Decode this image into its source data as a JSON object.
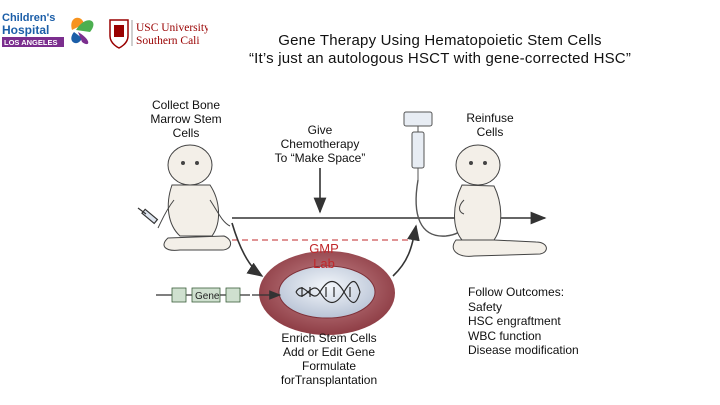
{
  "logos": {
    "chla_line1": "Children's",
    "chla_line2": "Hospital",
    "chla_line3": "LOS ANGELES",
    "usc_line1": "USC University",
    "usc_line2": "Southern Cali"
  },
  "title": {
    "line1": "Gene Therapy Using Hematopoietic Stem Cells",
    "line2": "“It’s just an autologous HSCT with gene-corrected HSC”"
  },
  "steps": {
    "collect": {
      "line1": "Collect Bone",
      "line2": "Marrow Stem",
      "line3": "Cells"
    },
    "chemo": {
      "line1": "Give",
      "line2": "Chemotherapy",
      "line3": "To “Make Space”"
    },
    "reinfuse": {
      "line1": "Reinfuse",
      "line2": "Cells"
    },
    "gmp": {
      "line1": "GMP",
      "line2": "Lab"
    },
    "enrich": {
      "line1": "Enrich Stem Cells",
      "line2": "Add or Edit Gene",
      "line3": "Formulate",
      "line4": "forTransplantation"
    },
    "gene_label": "Gene"
  },
  "outcomes": {
    "heading": "Follow Outcomes:",
    "items": [
      "Safety",
      "HSC engraftment",
      "WBC function",
      "Disease modification"
    ]
  },
  "colors": {
    "chla_blue": "#1b5ea8",
    "chla_green": "#4caf50",
    "chla_orange": "#f7931e",
    "chla_purple": "#7b2e8e",
    "usc_red": "#990000",
    "gmp_red": "#c0282b",
    "lab_ring": "#a3575e",
    "lab_inner": "#e7ecf4",
    "gene_box": "#cfe0cf"
  }
}
